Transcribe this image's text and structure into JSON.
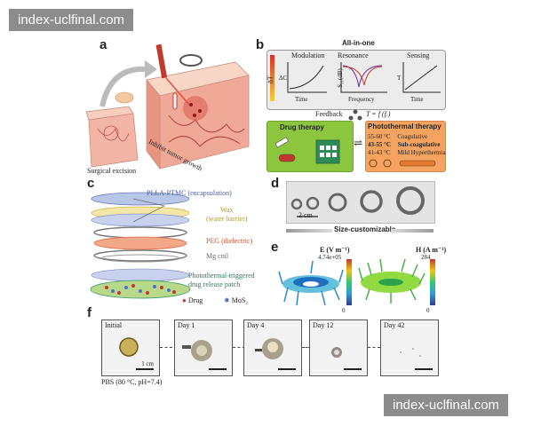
{
  "watermark": {
    "top": "index-uclfinal.com",
    "bottom": "index-uclfinal.com"
  },
  "panel_labels": {
    "a": "a",
    "b": "b",
    "c": "c",
    "d": "d",
    "e": "e",
    "f": "f"
  },
  "panel_a": {
    "surgical": "Surgical excision",
    "inhibit": "Inhibit tumor growth"
  },
  "panel_b": {
    "title": "All-in-one",
    "modulation": "Modulation",
    "resonance": "Resonance",
    "sensing": "Sensing",
    "delta_t": "ΔT",
    "delta_c": "ΔC",
    "s11": "S₁₁(dB)",
    "t_axis": "T",
    "time1": "Time",
    "frequency": "Frequency",
    "time2": "Time",
    "feedback": "Feedback",
    "formula": "T = f (fᵣ)",
    "drug_therapy": "Drug therapy",
    "photothermal": "Photothermal therapy",
    "ranges": [
      {
        "temp": "55-60 °C",
        "desc": "Coagulative"
      },
      {
        "temp": "43-55 °C",
        "desc": "Sub-coagulative"
      },
      {
        "temp": "41-43 °C",
        "desc": "Mild Hyperthermia"
      }
    ],
    "colors": {
      "green": "#8cc63f",
      "orange": "#f4a460",
      "gray": "#e6e6e6"
    }
  },
  "panel_c": {
    "layers": [
      {
        "label": "PLLA-PTMC (encapsulation)",
        "color": "#6b7fbf"
      },
      {
        "label": "Wax",
        "sub": "(water barrier)",
        "color": "#d4b84a"
      },
      {
        "label": "PEG (dielectric)",
        "color": "#e06a40"
      },
      {
        "label": "Mg coil",
        "color": "#888888"
      },
      {
        "label": "Photothermal-triggered",
        "sub": "drug release patch",
        "color": "#3a9a6a"
      }
    ],
    "legend_drug": "Drug",
    "legend_mos2": "MoS₂"
  },
  "panel_d": {
    "scale": "2 cm",
    "caption": "Size-customizable"
  },
  "panel_e": {
    "e_label": "E (V m⁻¹)",
    "e_max": "4.74e+05",
    "e_min": "0",
    "h_label": "H (A m⁻¹)",
    "h_max": "284",
    "h_min": "0"
  },
  "panel_f": {
    "days": [
      "Initial",
      "Day 1",
      "Day 4",
      "Day 12",
      "Day 42"
    ],
    "scale": "1 cm",
    "caption": "PBS (80 °C, pH=7.4)"
  }
}
